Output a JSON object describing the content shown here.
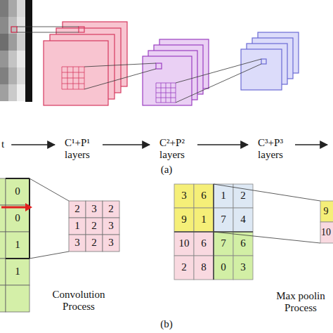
{
  "diagram": {
    "nodes": [
      {
        "text": [
          "t"
        ]
      },
      {
        "text": [
          "C¹+P¹ layers"
        ]
      },
      {
        "text": [
          "C²+P² layers"
        ]
      },
      {
        "text": [
          "C³+P³ layers"
        ]
      }
    ],
    "edges": [
      {
        "from": 0,
        "to": 1,
        "arrow": "to"
      },
      {
        "from": 1,
        "to": 2,
        "arrow": "to"
      },
      {
        "from": 2,
        "to": 3,
        "arrow": "to"
      }
    ],
    "labels": [
      "(a)",
      "0",
      "0",
      "1",
      "1",
      "2",
      "3",
      "2",
      "1",
      "2",
      "3",
      "3",
      "2",
      "3",
      "Convolution Process",
      "3",
      "6",
      "1",
      "2",
      "9",
      "1",
      "7",
      "4",
      "10",
      "6",
      "7",
      "6",
      "2",
      "8",
      "0",
      "3",
      "9",
      "10",
      "Max poolin Process",
      "(b)"
    ]
  }
}
